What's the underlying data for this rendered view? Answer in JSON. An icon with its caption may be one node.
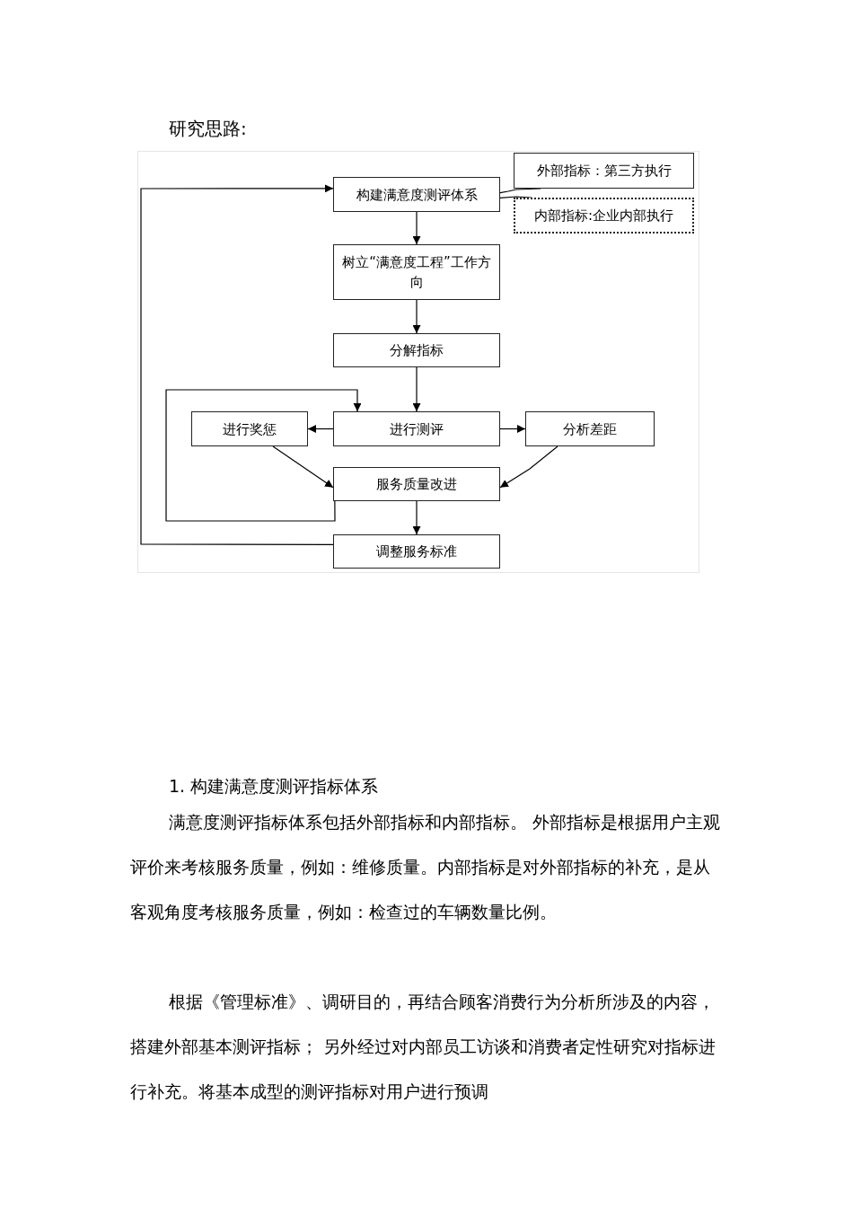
{
  "diagram": {
    "title": "研究思路:",
    "nodes": [
      {
        "text": [
          "构建满意度测评体系"
        ]
      },
      {
        "text": [
          "外部指标：第三方执行"
        ]
      },
      {
        "text": [
          "内部指标:企业内部执行"
        ]
      },
      {
        "text": [
          "树立“满意度工程”工作方向"
        ]
      },
      {
        "text": [
          "分解指标"
        ]
      },
      {
        "text": [
          "进行测评"
        ]
      },
      {
        "text": [
          "进行奖惩"
        ]
      },
      {
        "text": [
          "分析差距"
        ]
      },
      {
        "text": [
          "服务质量改进"
        ]
      },
      {
        "text": [
          "调整服务标准"
        ]
      }
    ],
    "edges": [
      {
        "from": 0,
        "to": 3,
        "arrow": "to"
      },
      {
        "from": 3,
        "to": 4,
        "arrow": "to"
      },
      {
        "from": 4,
        "to": 5,
        "arrow": "to"
      },
      {
        "from": 5,
        "to": 6,
        "arrow": "to"
      },
      {
        "from": 5,
        "to": 7,
        "arrow": "to"
      },
      {
        "from": 6,
        "to": 8,
        "arrow": "to"
      },
      {
        "from": 7,
        "to": 8,
        "arrow": "to"
      },
      {
        "from": 8,
        "to": 9,
        "arrow": "to"
      },
      {
        "from": 8,
        "to": 5,
        "arrow": "to"
      },
      {
        "from": 9,
        "to": 0,
        "arrow": "to"
      },
      {
        "from": 0,
        "to": 1,
        "arrow": "none"
      },
      {
        "from": 0,
        "to": 2,
        "arrow": "none"
      }
    ],
    "labels": [
      "1. 构建满意度测评指标体系",
      "满意度测评指标体系包括外部指标和内部指标。 外部指标是根据用户主观评价来考核服务质量，例如：维修质量。内部指标是对外部指标的补充，是从客观角度考核服务质量，例如：检查过的车辆数量比例。",
      "根据《管理标准》、调研目的，再结合顾客消费行为分析所涉及的内容，搭建外部基本测评指标； 另外经过对内部员工访谈和消费者定性研究对指标进行补充。将基本成型的测评指标对用户进行预调"
    ]
  }
}
